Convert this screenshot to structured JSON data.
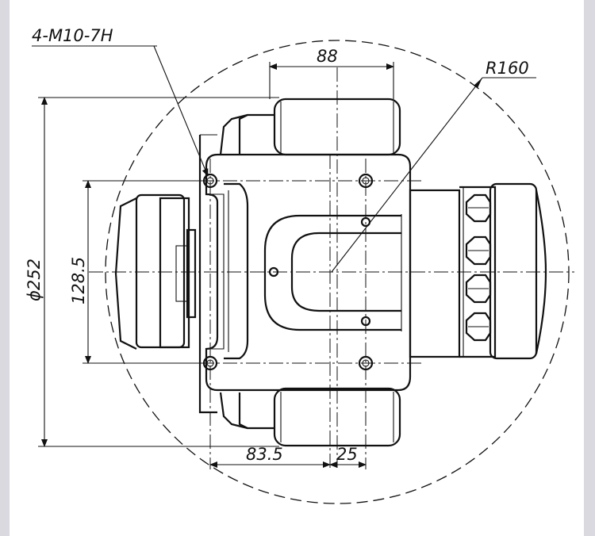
{
  "drawing": {
    "thread_callout": "4-M10-7H",
    "dim_top_width": "88",
    "radius_label": "R160",
    "diameter_label": "ϕ252",
    "height_label": "128.5",
    "dim_bottom_left": "83.5",
    "dim_bottom_right": "25"
  }
}
